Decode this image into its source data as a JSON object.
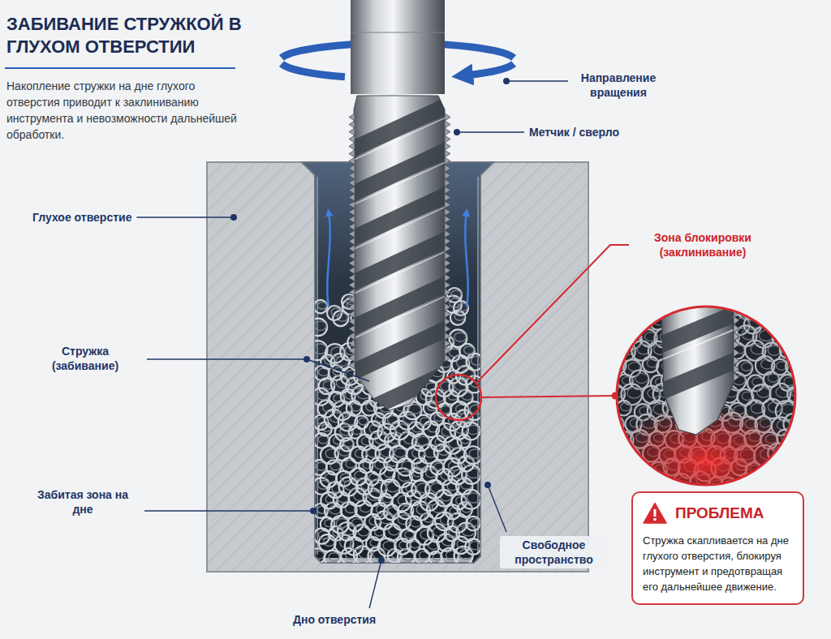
{
  "diagram": {
    "title": "ЗАБИВАНИЕ СТРУЖКОЙ В ГЛУХОМ ОТВЕРСТИИ",
    "nodes": [
      {
        "text": [
          "ПРОБЛЕМА",
          "Стружка скапливается на дне глухого отверстия, блокируя инструмент и предотвращая его дальнейшее движение."
        ]
      }
    ],
    "labels": [
      "Накопление стружки на дне глухого отверстия приводит к заклиниванию инструмента и невозможности дальнейшей обработки.",
      "Направление вращения",
      "Метчик / сверло",
      "Глухое отверстие",
      "Зона блокировки (заклинивание)",
      "Стружка (забивание)",
      "Забитая зона на дне",
      "Свободное пространство",
      "Дно отверстия"
    ]
  }
}
